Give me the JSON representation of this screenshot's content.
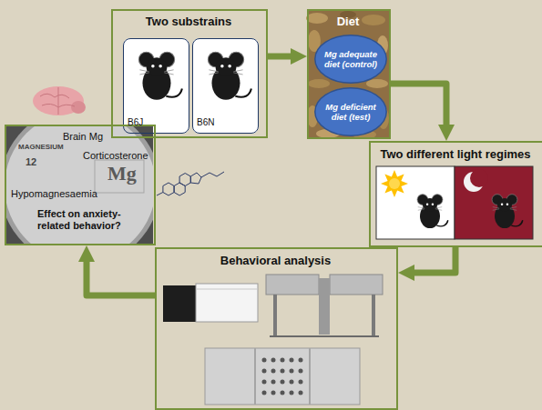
{
  "diagram": {
    "nodes": [
      {
        "text": [
          "Two substrains"
        ]
      },
      {
        "text": [
          "B6J"
        ],
        "in": 0
      },
      {
        "text": [
          "B6N"
        ],
        "in": 0
      },
      {
        "text": [
          "Diet"
        ]
      },
      {
        "text": [
          "Mg adequate diet (control)"
        ],
        "in": 3
      },
      {
        "text": [
          "Mg deficient diet (test)"
        ],
        "in": 3
      },
      {
        "text": [
          "Two different light regimes"
        ]
      },
      {
        "text": [
          "Behavioral analysis"
        ]
      },
      {
        "text": [
          "Brain Mg",
          "Corticosterone",
          "Hypomagnesaemia",
          "Effect on anxiety-related behavior?"
        ]
      }
    ],
    "edges": [
      {
        "from": 0,
        "to": 3,
        "arrow": "to"
      },
      {
        "from": 3,
        "to": 6,
        "arrow": "to"
      },
      {
        "from": 6,
        "to": 7,
        "arrow": "to"
      },
      {
        "from": 7,
        "to": 8,
        "arrow": "to"
      }
    ],
    "labels": [
      "MAGNESIUM",
      "12",
      "Mg"
    ]
  }
}
